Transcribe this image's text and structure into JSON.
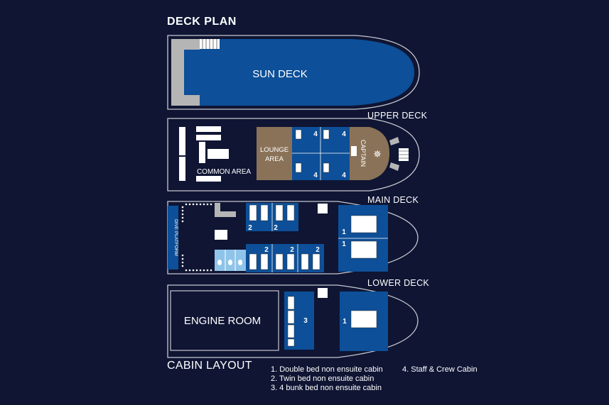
{
  "title": "DECK PLAN",
  "decks": {
    "sun": "SUN DECK",
    "upper": "UPPER DECK",
    "main": "MAIN DECK",
    "lower": "LOWER DECK"
  },
  "areas": {
    "common": "COMMON AREA",
    "lounge_1": "LOUNGE",
    "lounge_2": "AREA",
    "captain": "CAPTAIN",
    "dive_platform": "DIVE PLATFORM",
    "engine_room": "ENGINE ROOM"
  },
  "cabin_numbers": {
    "upper": [
      "4",
      "4",
      "4",
      "4"
    ],
    "main_top": [
      "2",
      "2"
    ],
    "main_bottom": [
      "2",
      "2",
      "2"
    ],
    "main_bow": [
      "1",
      "1"
    ],
    "lower": [
      "3",
      "1"
    ]
  },
  "legend": {
    "title": "CABIN LAYOUT",
    "items": [
      "1. Double bed non ensuite cabin",
      "2. Twin bed non ensuite cabin",
      "3. 4 bunk bed non ensuite cabin",
      "4. Staff & Crew Cabin"
    ]
  },
  "colors": {
    "background": "#0f1533",
    "cabin_blue": "#0d4f98",
    "lounge_tan": "#8a7258",
    "outline": "#c8c8d0",
    "stair_grey": "#b5b5b5",
    "bath_light_blue": "#8fc4ea"
  }
}
